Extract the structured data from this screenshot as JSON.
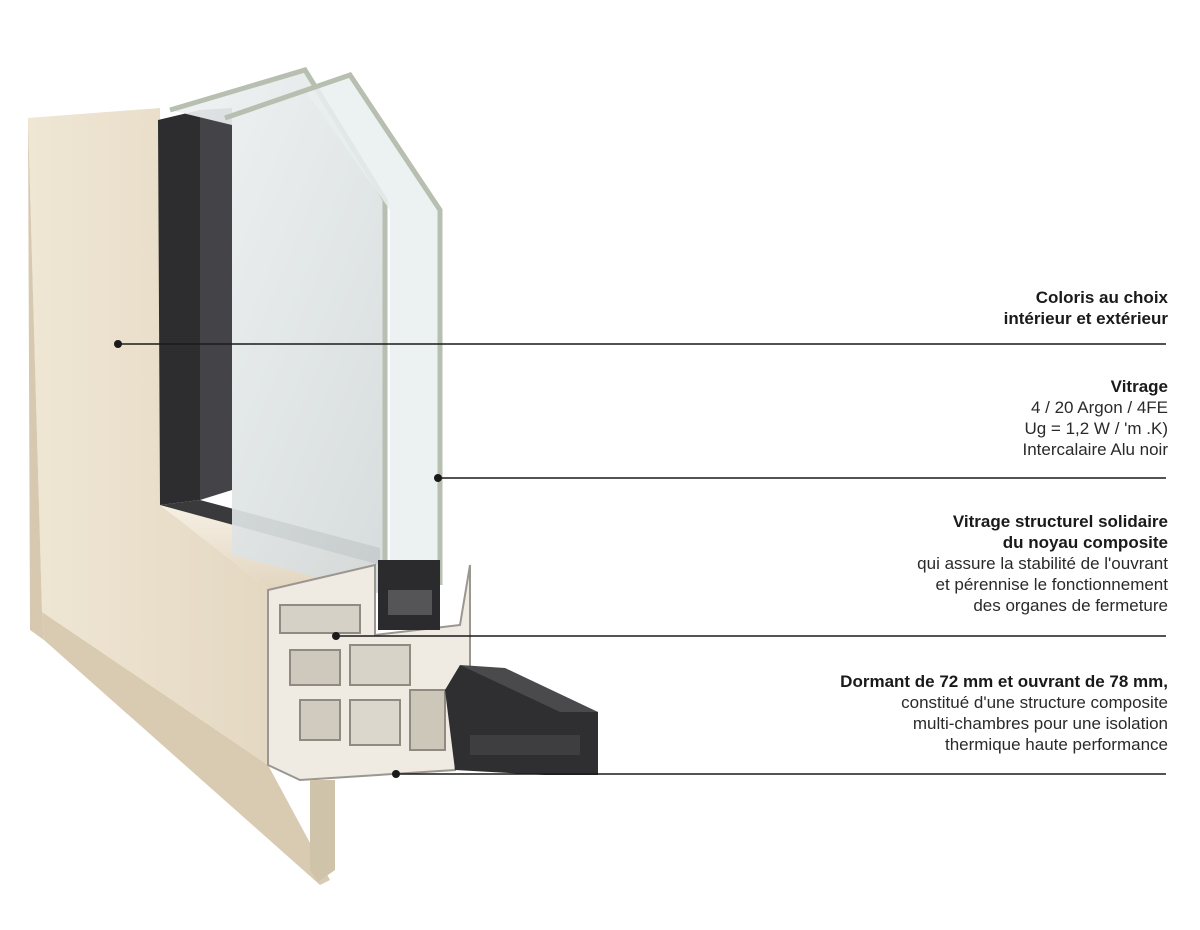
{
  "annotations": {
    "colors": {
      "title_line1": "Coloris au choix",
      "title_line2": "intérieur et extérieur"
    },
    "glazing": {
      "title": "Vitrage",
      "line1": "4 / 20 Argon / 4FE",
      "line2": "Ug = 1,2 W / 'm  .K)",
      "line3": "Intercalaire Alu noir"
    },
    "structural": {
      "title_line1": "Vitrage structurel solidaire",
      "title_line2": "du noyau composite",
      "line1": "qui assure la stabilité de l'ouvrant",
      "line2": "et pérennise le fonctionnement",
      "line3": "des organes de fermeture"
    },
    "frame": {
      "title": "Dormant de 72 mm et ouvrant de 78 mm,",
      "line1": "constitué d'une structure composite",
      "line2": "multi-chambres pour une isolation",
      "line3": "thermique haute performance"
    }
  },
  "colors": {
    "frame_cream": "#ede3d0",
    "frame_shade": "#d9cdb6",
    "glass": "#dfe5e6",
    "glass_edge": "#b9c2b5",
    "dark_profile": "#2b2b2d",
    "line": "#1a1a1a"
  }
}
